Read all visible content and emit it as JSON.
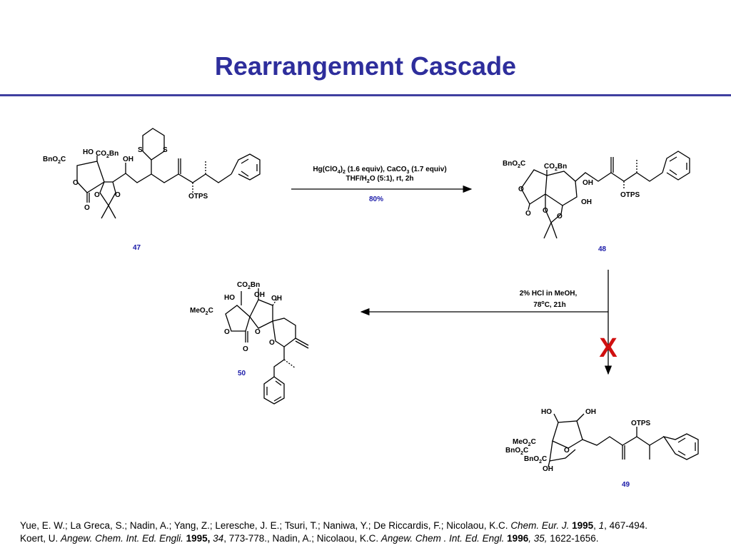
{
  "title": "Rearrangement Cascade",
  "colors": {
    "title": "#2e2e9c",
    "title_rule": "#3f3fa0",
    "compound_number": "#1a1aa8",
    "yield": "#1a1aa8",
    "failure_mark": "#d01010"
  },
  "compounds": {
    "c47": {
      "number": "47",
      "labels": {
        "bno2c": "BnO",
        "ho": "HO",
        "co2bn": "CO",
        "bn": "Bn",
        "oh": "OH",
        "s_left": "S",
        "s_right": "S",
        "o_ring": "O",
        "o_carbonyl": "O",
        "o_acetal_left": "O",
        "o_acetal_right": "O",
        "otps": "OTPS",
        "sub2": "2",
        "c": "C"
      }
    },
    "c48": {
      "number": "48",
      "labels": {
        "bno2c": "BnO",
        "co2bn": "CO",
        "bn": "Bn",
        "oh_top": "OH",
        "oh_bottom": "OH",
        "o_ring": "O",
        "o_carbonyl": "O",
        "o_acetal_left": "O",
        "o_acetal_right": "O",
        "otps": "OTPS",
        "sub2": "2",
        "c": "C"
      }
    },
    "c50": {
      "number": "50",
      "labels": {
        "co2bn": "CO",
        "bn": "Bn",
        "ho": "HO",
        "oh_mid": "OH",
        "oh_right": "OH",
        "meo2c": "MeO",
        "c": "C",
        "sub2": "2",
        "o_lactone": "O",
        "o_carbonyl": "O",
        "o_spiro": "O",
        "o_pyran": "O"
      }
    },
    "c49": {
      "number": "49",
      "labels": {
        "ho": "HO",
        "oh_top": "OH",
        "otps": "OTPS",
        "meo2c": "MeO",
        "bno2c_1": "BnO",
        "bno2c_2": "BnO",
        "c": "C",
        "sub2": "2",
        "o_ring": "O",
        "oh_bottom": "OH"
      }
    }
  },
  "reactions": {
    "step1": {
      "reagents_line1": {
        "a": "Hg(ClO",
        "b": "4",
        "c": ")",
        "d": "2",
        "e": " (1.6 equiv), CaCO",
        "f": "3",
        "g": " (1.7 equiv)"
      },
      "reagents_line2": {
        "a": "THF/H",
        "b": "2",
        "c": "O (5:1), rt, 2h"
      },
      "yield": "80%"
    },
    "step2": {
      "reagents_line1": "2% HCl in MeOH,",
      "reagents_line2": {
        "a": "78",
        "b": "o",
        "c": "C, 21h"
      },
      "failure_mark": "X"
    }
  },
  "references": {
    "line1": {
      "authors": "Yue, E. W.; La Greca, S.; Nadin, A.; Yang, Z.; Leresche, J. E.; Tsuri, T.; Naniwa, Y.; De Riccardis, F.; Nicolaou, K.C. ",
      "journal": "Chem. Eur. J.",
      "year": " 1995",
      "sep1": ", ",
      "volume": "1",
      "pages": ", 467-494."
    },
    "line2": {
      "author1": "Koert, U. ",
      "journal1": "Angew. Chem. Int. Ed. Engli.",
      "year1": " 1995,",
      "volume1": " 34",
      "pages1": ", 773-778., Nadin, A.; Nicolaou, K.C. ",
      "journal2": "Angew. Chem . Int. Ed. Engl.",
      "year2": " 1996",
      "volume2": ", 35,",
      "pages2": " 1622-1656."
    }
  }
}
